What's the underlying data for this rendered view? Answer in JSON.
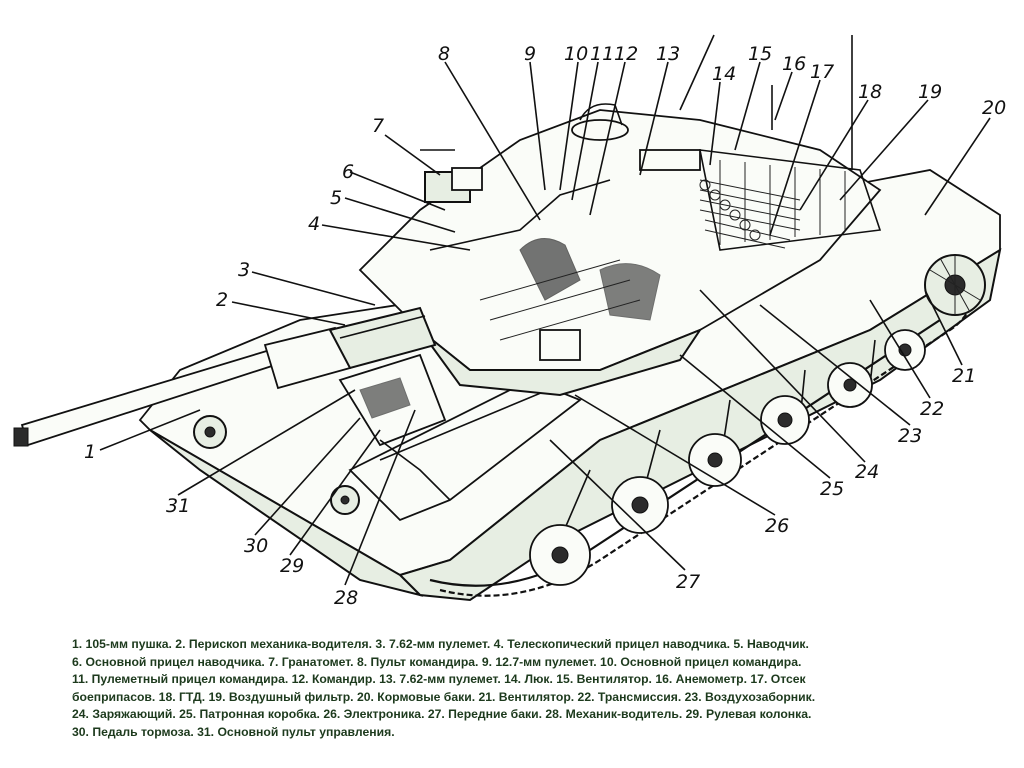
{
  "labels": [
    {
      "id": "1",
      "text": "1"
    },
    {
      "id": "2",
      "text": "2"
    },
    {
      "id": "3",
      "text": "3"
    },
    {
      "id": "4",
      "text": "4"
    },
    {
      "id": "5",
      "text": "5"
    },
    {
      "id": "6",
      "text": "6"
    },
    {
      "id": "7",
      "text": "7"
    },
    {
      "id": "8",
      "text": "8"
    },
    {
      "id": "9",
      "text": "9"
    },
    {
      "id": "10",
      "text": "10"
    },
    {
      "id": "11",
      "text": "11"
    },
    {
      "id": "12",
      "text": "12"
    },
    {
      "id": "13",
      "text": "13"
    },
    {
      "id": "14",
      "text": "14"
    },
    {
      "id": "15",
      "text": "15"
    },
    {
      "id": "16",
      "text": "16"
    },
    {
      "id": "17",
      "text": "17"
    },
    {
      "id": "18",
      "text": "18"
    },
    {
      "id": "19",
      "text": "19"
    },
    {
      "id": "20",
      "text": "20"
    },
    {
      "id": "21",
      "text": "21"
    },
    {
      "id": "22",
      "text": "22"
    },
    {
      "id": "23",
      "text": "23"
    },
    {
      "id": "24",
      "text": "24"
    },
    {
      "id": "25",
      "text": "25"
    },
    {
      "id": "26",
      "text": "26"
    },
    {
      "id": "27",
      "text": "27"
    },
    {
      "id": "28",
      "text": "28"
    },
    {
      "id": "29",
      "text": "29"
    },
    {
      "id": "30",
      "text": "30"
    },
    {
      "id": "31",
      "text": "31"
    }
  ],
  "caption": {
    "lines": [
      "1. 105-мм пушка. 2. Перископ механика-водителя. 3. 7.62-мм пулемет. 4. Телескопический прицел наводчика. 5. Наводчик.",
      "6. Основной прицел наводчика. 7. Гранатомет. 8. Пульт командира. 9.  12.7-мм пулемет. 10. Основной прицел командира.",
      "11. Пулеметный прицел командира. 12. Командир. 13. 7.62-мм пулемет. 14. Люк. 15. Вентилятор. 16. Анемометр. 17. Отсек",
      "боеприпасов. 18. ГТД. 19. Воздушный фильтр. 20. Кормовые баки. 21. Вентилятор. 22. Трансмиссия. 23. Воздухозаборник.",
      "24. Заряжающий. 25. Патронная коробка. 26. Электроника. 27. Передние баки. 28. Механик-водитель. 29. Рулевая колонка.",
      "30. Педаль тормоза. 31. Основной пульт управления."
    ]
  },
  "colors": {
    "ink": "#111111",
    "caption_text": "#1d3a1d",
    "paper": "#ffffff"
  }
}
